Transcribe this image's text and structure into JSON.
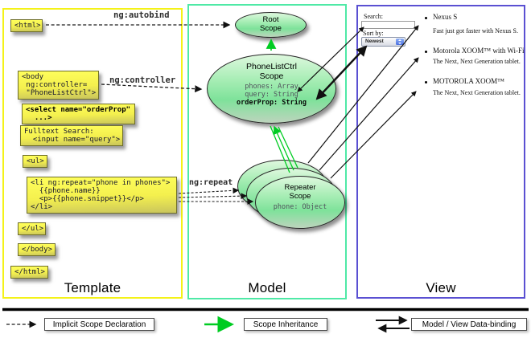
{
  "columns": {
    "template": {
      "label": "Template"
    },
    "model": {
      "label": "Model"
    },
    "view": {
      "label": "View"
    }
  },
  "labels": {
    "autobind": "ng:autobind",
    "controller": "ng:controller",
    "repeat": "ng:repeat"
  },
  "template": {
    "boxes": [
      {
        "text": "<html>"
      },
      {
        "text": "<body\n ng:controller=\n \"PhoneListCtrl\">"
      },
      {
        "text": "<select name=\"orderProp\"\n  ...>"
      },
      {
        "text": "Fulltext Search:\n  <input name=\"query\">"
      },
      {
        "text": "<ul>"
      },
      {
        "text": "<li ng:repeat=\"phone in phones\">\n  {{phone.name}}\n  <p>{{phone.snippet}}</p>\n</li>"
      },
      {
        "text": "</ul>"
      },
      {
        "text": "</body>"
      },
      {
        "text": "</html>"
      }
    ]
  },
  "model": {
    "root_scope": {
      "title": "Root\nScope"
    },
    "phonelist_scope": {
      "title": "PhoneListCtrl\nScope",
      "props": [
        "phones: Array",
        "query: String"
      ],
      "bold_prop": "orderProp: String"
    },
    "repeater_scope": {
      "title": "Repeater\nScope",
      "prop": "phone: Object"
    }
  },
  "view": {
    "search_label": "Search:",
    "search_value": "",
    "sort_label": "Sort by:",
    "sort_value": "Newest",
    "bullet_icon": "•",
    "items": [
      {
        "title": "Nexus S",
        "desc": "Fast just got faster with Nexus S."
      },
      {
        "title": "Motorola XOOM™ with Wi-Fi",
        "desc": "The Next, Next Generation tablet."
      },
      {
        "title": "MOTOROLA XOOM™",
        "desc": "The Next, Next Generation tablet."
      }
    ]
  },
  "legend": {
    "implicit": "Implicit Scope Declaration",
    "inheritance": "Scope Inheritance",
    "binding": "Model / View Data-binding"
  },
  "colors": {
    "template_border": "#f4f218",
    "model_border": "#4fe9a6",
    "view_border": "#5a50d2",
    "scope_inheritance_green": "#00cc22",
    "code_box_yellow": "#ffff5c",
    "scope_fill_green": "#7ee29a"
  }
}
